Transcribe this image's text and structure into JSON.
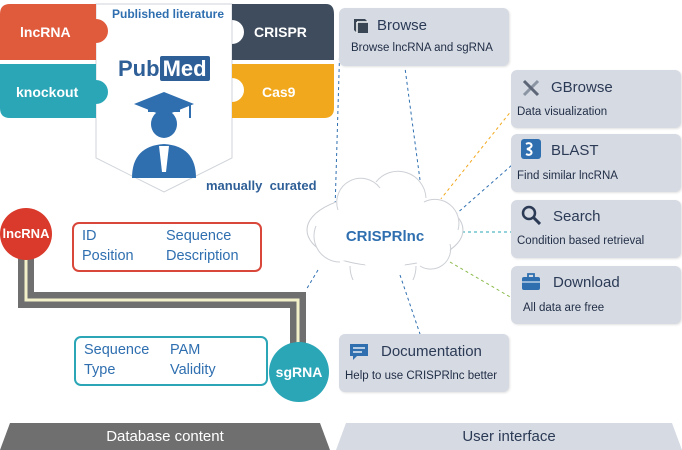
{
  "puzzle": {
    "header": "Published literature",
    "lncrna": "lncRNA",
    "crispr": "CRISPR",
    "knockout": "knockout",
    "cas9": "Cas9",
    "pubmed_pub": "Pub",
    "pubmed_med": "Med",
    "curated": "manually  curated"
  },
  "database": {
    "lncrna_node": "lncRNA",
    "sgrna_node": "sgRNA",
    "lncrna_fields": [
      "ID",
      "Sequence",
      "Position",
      "Description"
    ],
    "sgrna_fields": [
      "Sequence",
      "PAM",
      "Type",
      "Validity"
    ]
  },
  "hub": {
    "label": "CRISPRlnc"
  },
  "interface": [
    {
      "title": "Browse",
      "desc": "Browse lncRNA and sgRNA",
      "icon": "book-icon"
    },
    {
      "title": "GBrowse",
      "desc": "Data visualization",
      "icon": "dna-icon"
    },
    {
      "title": "BLAST",
      "desc": "Find similar lncRNA",
      "icon": "blast-icon"
    },
    {
      "title": "Search",
      "desc": "Condition based retrieval",
      "icon": "magnifier-icon"
    },
    {
      "title": "Download",
      "desc": "All data are free",
      "icon": "briefcase-icon"
    },
    {
      "title": "Documentation",
      "desc": "Help to use CRISPRlnc better",
      "icon": "chat-icon"
    }
  ],
  "footer": {
    "left": "Database content",
    "right": "User interface"
  },
  "colors": {
    "lncrna_red": "#e05a3c",
    "crispr_dark": "#3f4c5d",
    "knockout_teal": "#2aa6b7",
    "cas9_orange": "#f1a81d",
    "hub_blue": "#2f6fb0",
    "card_bg": "#d6dae3",
    "connector_gray": "#6f6f6f"
  }
}
